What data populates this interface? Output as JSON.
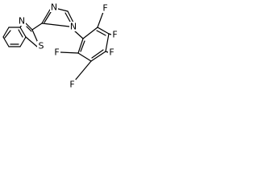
{
  "molecule": {
    "atoms": {
      "s1": "S",
      "n_imine": "N",
      "n_imid": "N",
      "n_bzt": "N",
      "f_top": "F",
      "f_upper_right": "F",
      "f_right": "F",
      "f_left": "F",
      "f_bottom": "F"
    }
  },
  "colors": {
    "bond": "#000000",
    "label": "#000000",
    "background": "#ffffff"
  }
}
